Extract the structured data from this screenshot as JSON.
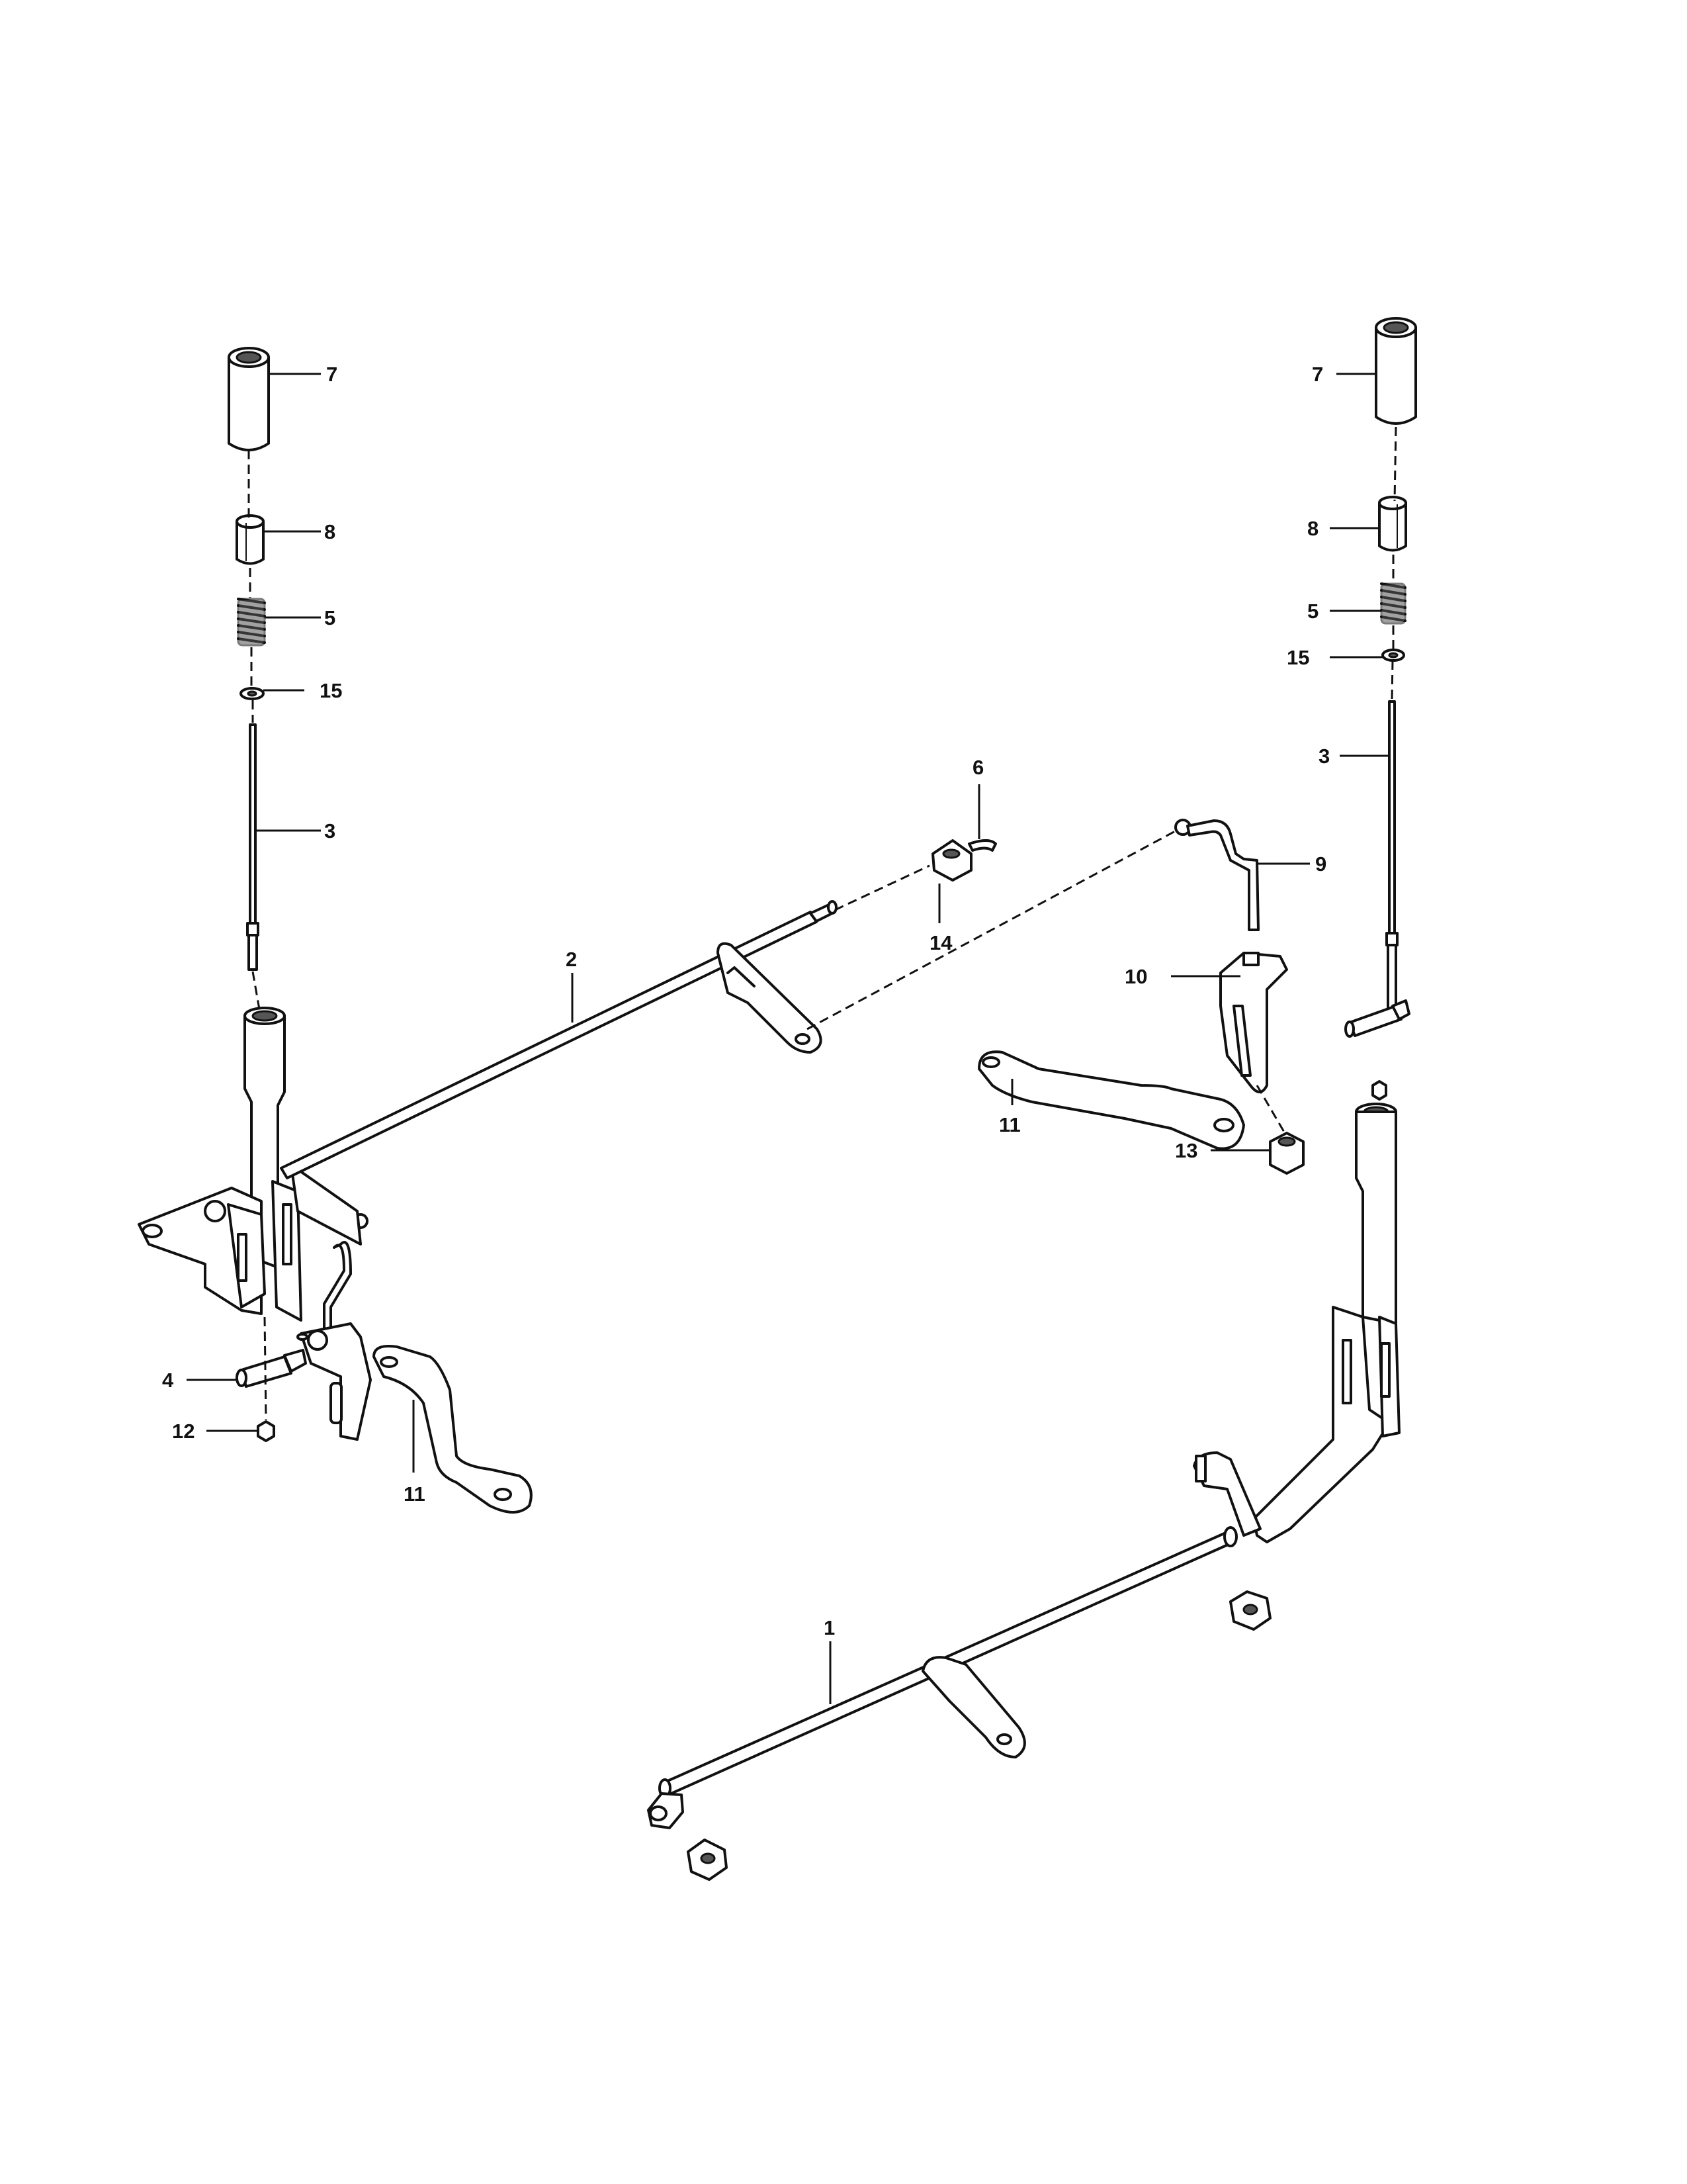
{
  "diagram": {
    "callouts": [
      {
        "id": "c7L",
        "label": "7"
      },
      {
        "id": "c8L",
        "label": "8"
      },
      {
        "id": "c5L",
        "label": "5"
      },
      {
        "id": "c15L",
        "label": "15"
      },
      {
        "id": "c3L",
        "label": "3"
      },
      {
        "id": "c2",
        "label": "2"
      },
      {
        "id": "c6",
        "label": "6"
      },
      {
        "id": "c14",
        "label": "14"
      },
      {
        "id": "c9",
        "label": "9"
      },
      {
        "id": "c10",
        "label": "10"
      },
      {
        "id": "c11R",
        "label": "11"
      },
      {
        "id": "c13",
        "label": "13"
      },
      {
        "id": "c7R",
        "label": "7"
      },
      {
        "id": "c8R",
        "label": "8"
      },
      {
        "id": "c5R",
        "label": "5"
      },
      {
        "id": "c15R",
        "label": "15"
      },
      {
        "id": "c3R",
        "label": "3"
      },
      {
        "id": "c4",
        "label": "4"
      },
      {
        "id": "c12",
        "label": "12"
      },
      {
        "id": "c11L",
        "label": "11"
      },
      {
        "id": "c1",
        "label": "1"
      }
    ]
  }
}
